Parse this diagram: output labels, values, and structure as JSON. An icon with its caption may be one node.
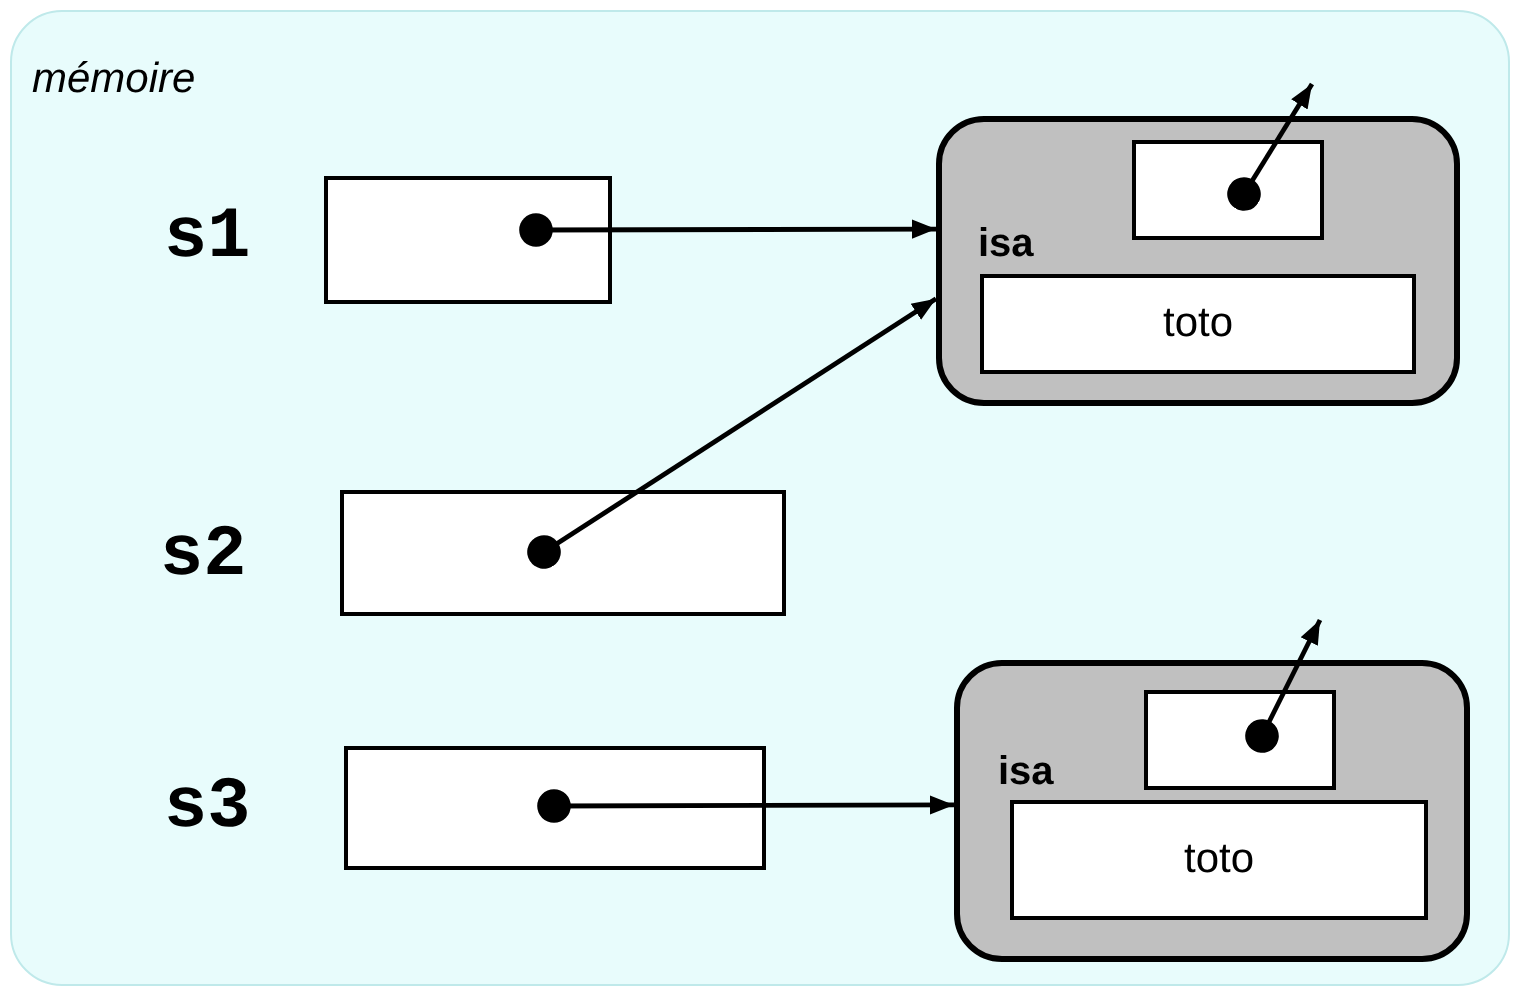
{
  "diagram": {
    "nodes": [
      {
        "text": [
          "mémoire"
        ]
      },
      {
        "text": [],
        "shape": "box",
        "beside": [
          "s1"
        ],
        "in": 0
      },
      {
        "text": [
          "isa"
        ],
        "in": 0
      },
      {
        "text": [],
        "shape": "box",
        "in": 2
      },
      {
        "text": [
          "toto"
        ],
        "in": 2
      },
      {
        "text": [],
        "shape": "box",
        "beside": [
          "s2"
        ],
        "in": 0
      },
      {
        "text": [],
        "shape": "box",
        "beside": [
          "s3"
        ],
        "in": 0
      },
      {
        "text": [
          "isa"
        ],
        "in": 0
      },
      {
        "text": [],
        "shape": "box",
        "in": 7
      },
      {
        "text": [
          "toto"
        ],
        "in": 7
      }
    ],
    "edges": [
      {
        "from": 1,
        "to": 2,
        "arrow": "to"
      },
      {
        "from": 5,
        "to": 2,
        "arrow": "to"
      },
      {
        "from": 3,
        "to": null,
        "arrow": "to"
      },
      {
        "from": 6,
        "to": 7,
        "arrow": "to"
      },
      {
        "from": 8,
        "to": null,
        "arrow": "to"
      }
    ]
  }
}
